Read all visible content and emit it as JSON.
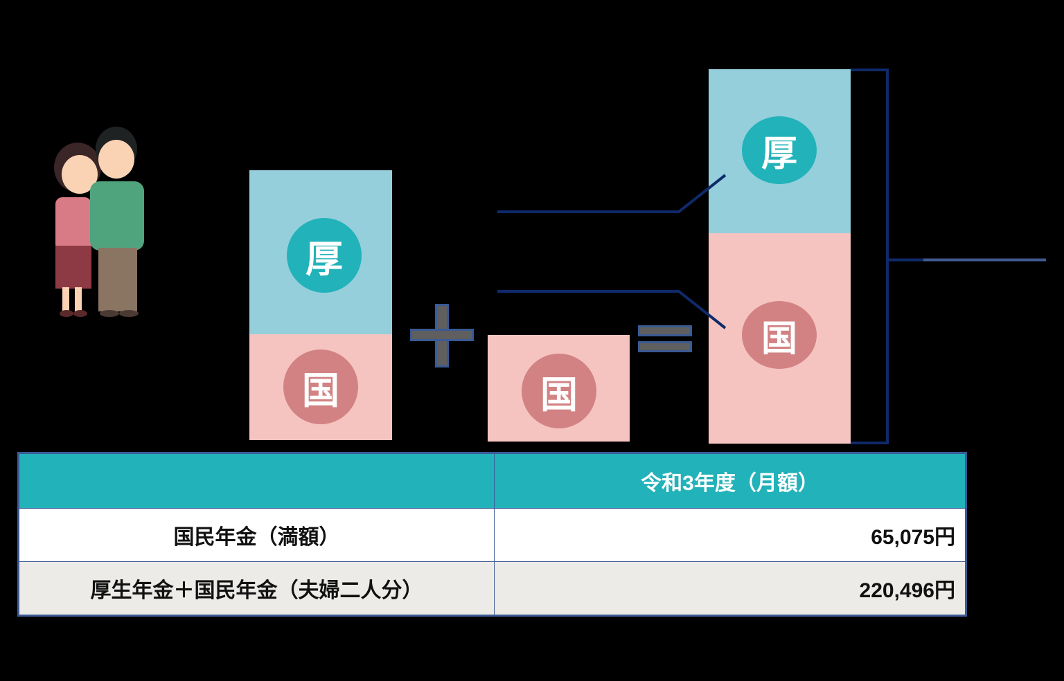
{
  "diagram": {
    "badges": {
      "kosei": "厚",
      "kokumin": "国"
    },
    "operators": {
      "plus": "+",
      "equals": "="
    },
    "illustration": "couple-illustration",
    "colors": {
      "background": "#000000",
      "kosei_block": "#95cfdc",
      "kokumin_block": "#f5c4c0",
      "kosei_badge": "#22b2b9",
      "kokumin_badge": "#d28283",
      "connector_line": "#0f2a6a",
      "table_header": "#22b2b9",
      "table_border": "#3c5a96"
    }
  },
  "table": {
    "header": {
      "col1": "",
      "col2": "令和3年度（月額）"
    },
    "rows": [
      {
        "label": "国民年金（満額）",
        "value": "65,075円"
      },
      {
        "label": "厚生年金＋国民年金（夫婦二人分）",
        "value": "220,496円"
      }
    ]
  }
}
